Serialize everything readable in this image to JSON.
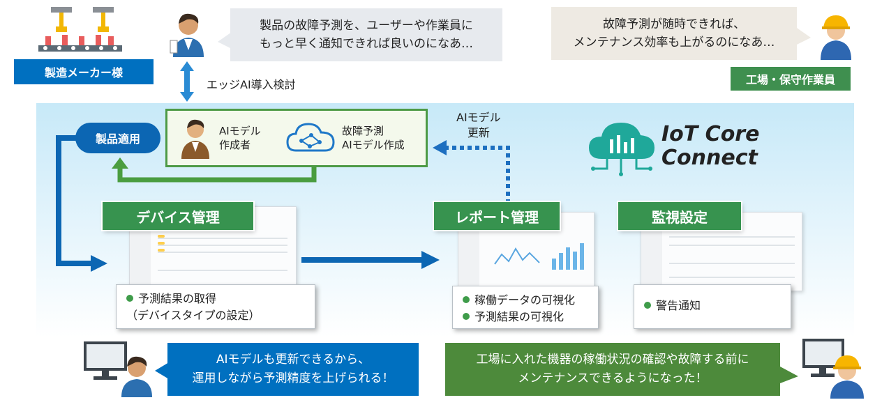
{
  "top": {
    "manufacturer_bubble": [
      "製品の故障予測を、ユーザーや作業員に",
      "もっと早く通知できれば良いのになあ…"
    ],
    "manufacturer_label": "製造メーカー様",
    "edge_ai_label": "エッジAI導入検討",
    "worker_bubble": [
      "故障予測が随時できれば、",
      "メンテナンス効率も上がるのになあ…"
    ],
    "worker_label": "工場・保守作業員"
  },
  "model_box": {
    "creator_label": [
      "AIモデル",
      "作成者"
    ],
    "prediction_label": [
      "故障予測",
      "AIモデル作成"
    ]
  },
  "product_apply": "製品適用",
  "model_update": [
    "AIモデル",
    "更新"
  ],
  "brand": {
    "line1": "IoT Core",
    "line2": "Connect"
  },
  "sections": {
    "device": {
      "title": "デバイス管理",
      "items": [
        "予測結果の取得",
        "（デバイスタイプの設定）"
      ]
    },
    "report": {
      "title": "レポート管理",
      "items": [
        "稼働データの可視化",
        "予測結果の可視化"
      ]
    },
    "monitor": {
      "title": "監視設定",
      "items": [
        "警告通知"
      ]
    }
  },
  "bottom": {
    "left_bubble": [
      "AIモデルも更新できるから、",
      "運用しながら予測精度を上げられる！"
    ],
    "right_bubble": [
      "工場に入れた機器の稼働状況の確認や故障する前に",
      "メンテナンスできるようになった！"
    ]
  },
  "colors": {
    "blue": "#0070c0",
    "green": "#3f8f4f",
    "band": "#c7e9f8",
    "teal": "#1fa89a"
  },
  "icons": [
    "factory-icon",
    "businessman-icon",
    "worker-icon",
    "ai-brain-icon",
    "cloud-icon",
    "monitor-icon"
  ]
}
